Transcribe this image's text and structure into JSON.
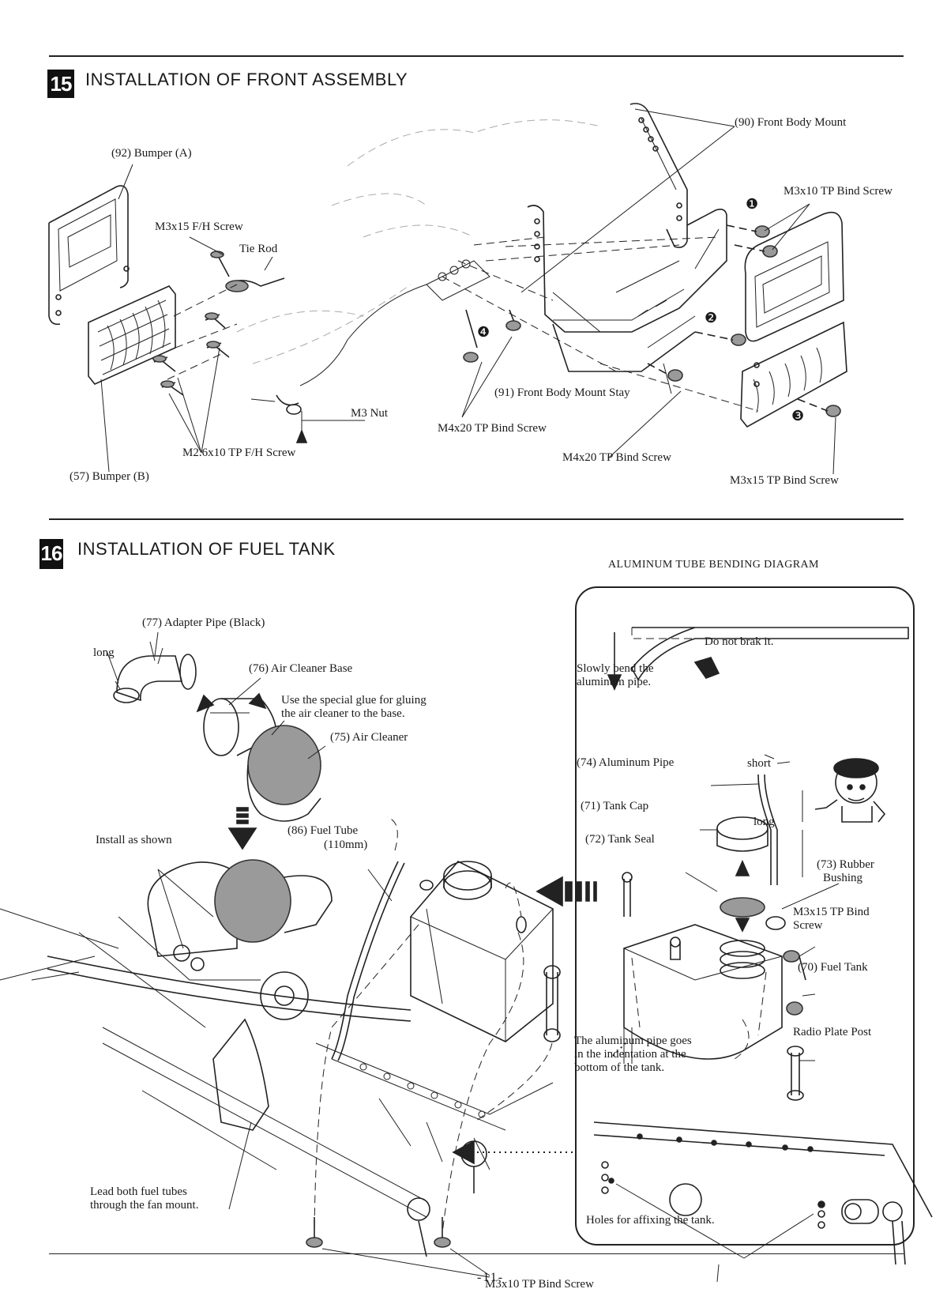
{
  "section15": {
    "number": "15",
    "title": "INSTALLATION OF FRONT ASSEMBLY",
    "labels": {
      "front_body_mount": "(90) Front Body Mount",
      "bumper_a": "(92) Bumper (A)",
      "m3x10_bind": "M3x10 TP Bind Screw",
      "m3x15_fh": "M3x15 F/H Screw",
      "tie_rod": "Tie Rod",
      "front_body_mount_stay": "(91) Front Body Mount Stay",
      "m3_nut": "M3 Nut",
      "m4x20_bind_a": "M4x20 TP Bind Screw",
      "m4x20_bind_b": "M4x20 TP Bind Screw",
      "m26x10_fh": "M2.6x10 TP F/H Screw",
      "bumper_b": "(57) Bumper (B)",
      "m3x15_bind": "M3x15 TP Bind Screw"
    },
    "steps": [
      "❶",
      "❷",
      "❸",
      "❹"
    ]
  },
  "section16": {
    "number": "16",
    "title": "INSTALLATION OF FUEL TANK",
    "labels": {
      "adapter_pipe": "(77) Adapter Pipe (Black)",
      "long": "long",
      "air_cleaner_base": "(76) Air Cleaner Base",
      "glue_note_1": "Use the special glue for gluing",
      "glue_note_2": "the air cleaner to the base.",
      "air_cleaner": "(75) Air Cleaner",
      "install_as_shown": "Install as shown",
      "fuel_tube": "(86) Fuel Tube",
      "fuel_tube_len": "(110mm)",
      "lead_tubes_1": "Lead both fuel tubes",
      "lead_tubes_2": "through the fan mount.",
      "m3x10_bind": "M3x10 TP Bind Screw"
    }
  },
  "diagram": {
    "title": "ALUMINUM TUBE BENDING DIAGRAM",
    "do_not_break": "Do not brak it.",
    "slowly_1": "Slowly bend the",
    "slowly_2": "aluminum pipe.",
    "aluminum_pipe": "(74) Aluminum Pipe",
    "short": "short",
    "long": "long",
    "tank_cap": "(71) Tank Cap",
    "tank_seal": "(72) Tank Seal",
    "rubber_1": "(73) Rubber",
    "rubber_2": "Bushing",
    "m3x15_1": "M3x15 TP Bind",
    "m3x15_2": "Screw",
    "fuel_tank": "(70) Fuel Tank",
    "radio_post": "Radio Plate Post",
    "pipe_goes_1": "The aluminum pipe goes",
    "pipe_goes_2": "in the indentation at the",
    "pipe_goes_3": "bottom of the tank.",
    "holes": "Holes for affixing the tank."
  },
  "page_number": "-11-"
}
